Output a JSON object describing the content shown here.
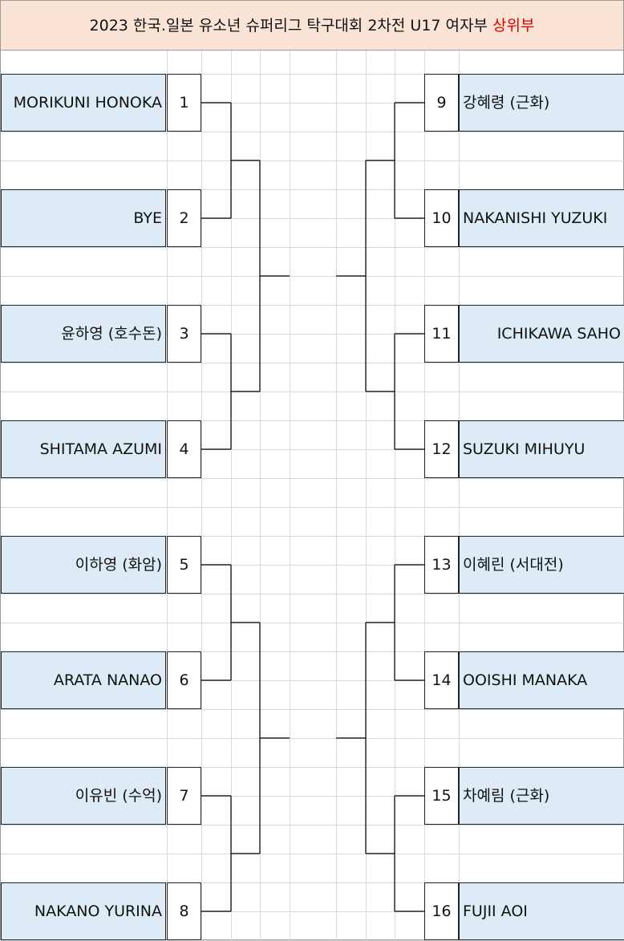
{
  "title": {
    "text": "2023 한국.일본 유소년 슈퍼리그 탁구대회 2차전 U17 여자부 ",
    "highlight": "상위부"
  },
  "left_bracket": [
    {
      "seed": "1",
      "name": "MORIKUNI HONOKA"
    },
    {
      "seed": "2",
      "name": "BYE"
    },
    {
      "seed": "3",
      "name": "윤하영 (호수돈)"
    },
    {
      "seed": "4",
      "name": "SHITAMA AZUMI"
    },
    {
      "seed": "5",
      "name": "이하영 (화암)"
    },
    {
      "seed": "6",
      "name": "ARATA NANAO"
    },
    {
      "seed": "7",
      "name": "이유빈 (수억)"
    },
    {
      "seed": "8",
      "name": "NAKANO YURINA"
    }
  ],
  "right_bracket": [
    {
      "seed": "9",
      "name": "강혜령 (근화)"
    },
    {
      "seed": "10",
      "name": "NAKANISHI YUZUKI"
    },
    {
      "seed": "11",
      "name": "ICHIKAWA SAHO"
    },
    {
      "seed": "12",
      "name": "SUZUKI MIHUYU"
    },
    {
      "seed": "13",
      "name": "이혜린 (서대전)"
    },
    {
      "seed": "14",
      "name": "OOISHI MANAKA"
    },
    {
      "seed": "15",
      "name": "차예림 (근화)"
    },
    {
      "seed": "16",
      "name": "FUJII AOI"
    }
  ],
  "colors": {
    "header_bg": "#fbe4d6",
    "name_cell_bg": "#deebf7",
    "highlight": "#e00000",
    "gridline": "#d9d9d9",
    "bracket_line": "#000000"
  }
}
